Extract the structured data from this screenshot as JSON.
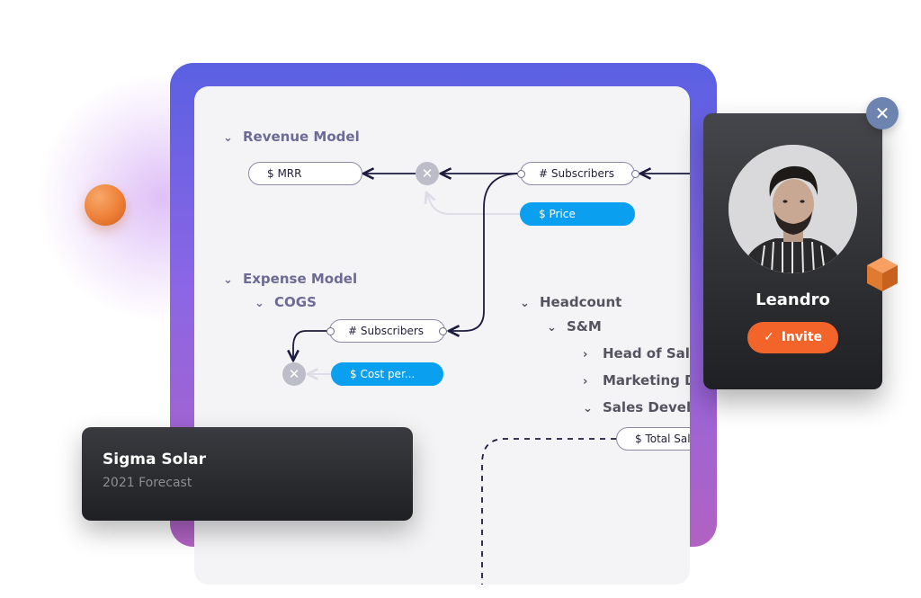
{
  "revenue_section": {
    "label": "Revenue Model"
  },
  "revenue_nodes": {
    "mrr": "$ MRR",
    "subscribers": "# Subscribers",
    "price": "$ Price"
  },
  "expense_section": {
    "label": "Expense Model"
  },
  "cogs": {
    "label": "COGS"
  },
  "cogs_nodes": {
    "subscribers": "# Subscribers",
    "cost": "$ Cost per..."
  },
  "headcount_tree": {
    "root": "Headcount",
    "sm": "S&M",
    "items": [
      "Head of Sales",
      "Marketing Di",
      "Sales Develo"
    ],
    "total_node": "$ Total Sala"
  },
  "operators": {
    "multiply": "✕"
  },
  "info_card": {
    "title": "Sigma Solar",
    "subtitle": "2021 Forecast"
  },
  "profile": {
    "name": "Leandro",
    "invite_label": "Invite",
    "close": "✕",
    "invite_icon": "check-icon"
  },
  "colors": {
    "frame_start": "#5a60e2",
    "frame_end": "#b162c2",
    "node_blue": "#0ba0ef",
    "invite_orange": "#f2642a",
    "close_blue": "#6e84b0",
    "section_text": "#6d6a96"
  }
}
